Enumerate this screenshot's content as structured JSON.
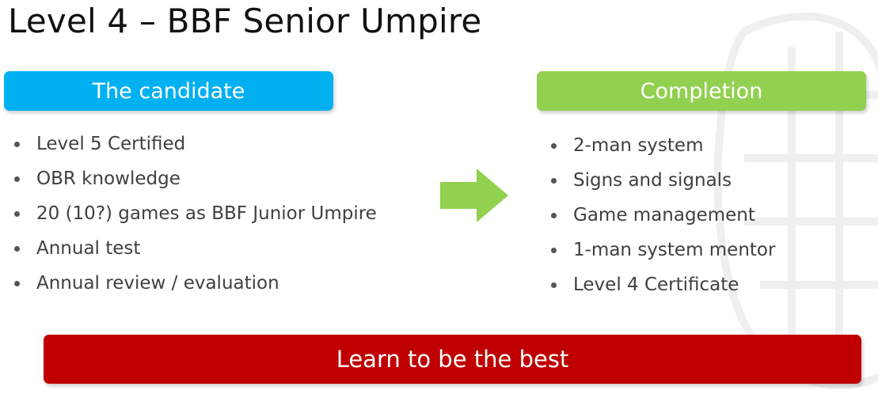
{
  "title": "Level 4 – BBF Senior Umpire",
  "candidate": {
    "header": "The candidate",
    "color": "#00b0f0",
    "items": [
      "Level 5 Certified",
      "OBR knowledge",
      "20 (10?) games as BBF Junior Umpire",
      "Annual test",
      "Annual review / evaluation"
    ]
  },
  "completion": {
    "header": "Completion",
    "color": "#92d050",
    "items": [
      "2-man system",
      "Signs and signals",
      "Game management",
      "1-man system mentor",
      "Level 4 Certificate"
    ]
  },
  "arrow": {
    "icon": "right-arrow-icon",
    "color": "#92d050"
  },
  "footer": {
    "text": "Learn to be the best",
    "color": "#c00000"
  },
  "watermark": {
    "icon": "umpire-mask-icon"
  }
}
